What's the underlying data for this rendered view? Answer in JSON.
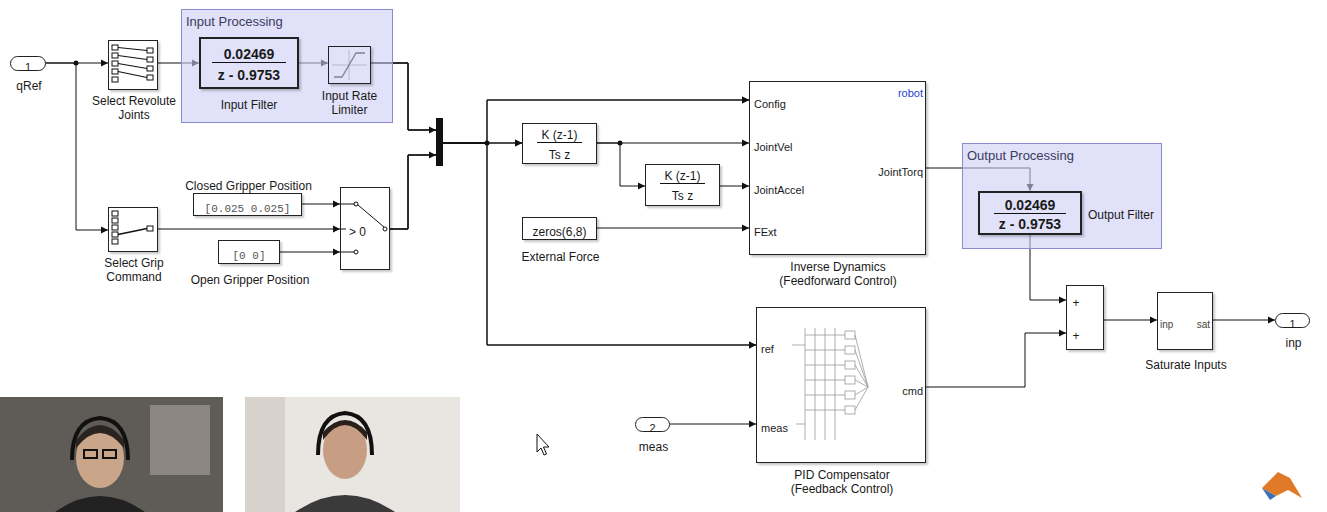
{
  "diagram": {
    "nodes": [
      {
        "text": [
          "1",
          "qRef"
        ]
      },
      {
        "text": [
          "Select Revolute Joints"
        ]
      },
      {
        "text": [
          "Input Processing"
        ]
      },
      {
        "text": [
          "0.02469",
          "z - 0.9753",
          "Input Filter"
        ],
        "in": 2
      },
      {
        "text": [
          "Input Rate Limiter"
        ],
        "in": 2
      },
      {
        "text": [
          "Select Grip Command"
        ]
      },
      {
        "text": [
          "[0.025 0.025]",
          "Closed Gripper Position"
        ]
      },
      {
        "text": [
          "[0 0]",
          "Open Gripper Position"
        ]
      },
      {
        "text": [
          "> 0"
        ]
      },
      {
        "text": [
          "K (z-1)",
          "Ts z"
        ]
      },
      {
        "text": [
          "K (z-1)",
          "Ts z"
        ]
      },
      {
        "text": [
          "zeros(6,8)",
          "External Force"
        ]
      },
      {
        "text": [
          "robot",
          "Config",
          "JointVel",
          "JointAccel",
          "FExt",
          "JointTorq",
          "Inverse Dynamics (Feedforward Control)"
        ]
      },
      {
        "text": [
          "Output Processing"
        ]
      },
      {
        "text": [
          "0.02469",
          "z - 0.9753",
          "Output Filter"
        ],
        "in": 13
      },
      {
        "text": [
          "ref",
          "meas",
          "cmd",
          "PID Compensator (Feedback Control)"
        ]
      },
      {
        "text": [
          "2",
          "meas"
        ]
      },
      {
        "text": [
          "+",
          "+"
        ]
      },
      {
        "text": [
          "inp",
          "sat",
          "Saturate Inputs"
        ]
      },
      {
        "text": [
          "1",
          "inp"
        ]
      }
    ],
    "edges": [
      {
        "from": 0,
        "to": 1,
        "arrow": "to"
      },
      {
        "from": 0,
        "to": 5,
        "arrow": "to"
      },
      {
        "from": 1,
        "to": 3,
        "arrow": "to"
      },
      {
        "from": 3,
        "to": 4,
        "arrow": "to"
      },
      {
        "from": 6,
        "to": 8,
        "arrow": "to"
      },
      {
        "from": 5,
        "to": 8,
        "arrow": "to"
      },
      {
        "from": 7,
        "to": 8,
        "arrow": "to"
      },
      {
        "from": 4,
        "to": 12,
        "arrow": "to"
      },
      {
        "from": 8,
        "to": 12,
        "arrow": "to"
      },
      {
        "from": 4,
        "to": 9,
        "arrow": "to"
      },
      {
        "from": 8,
        "to": 9,
        "arrow": "to"
      },
      {
        "from": 4,
        "to": 15,
        "arrow": "to"
      },
      {
        "from": 8,
        "to": 15,
        "arrow": "to"
      },
      {
        "from": 9,
        "to": 12,
        "arrow": "to"
      },
      {
        "from": 9,
        "to": 10,
        "arrow": "to"
      },
      {
        "from": 10,
        "to": 12,
        "arrow": "to"
      },
      {
        "from": 11,
        "to": 12,
        "arrow": "to"
      },
      {
        "from": 12,
        "to": 14,
        "arrow": "to"
      },
      {
        "from": 14,
        "to": 17,
        "arrow": "to"
      },
      {
        "from": 15,
        "to": 17,
        "arrow": "to"
      },
      {
        "from": 16,
        "to": 15,
        "arrow": "to"
      },
      {
        "from": 17,
        "to": 18,
        "arrow": "to"
      },
      {
        "from": 18,
        "to": 19,
        "arrow": "to"
      }
    ]
  }
}
